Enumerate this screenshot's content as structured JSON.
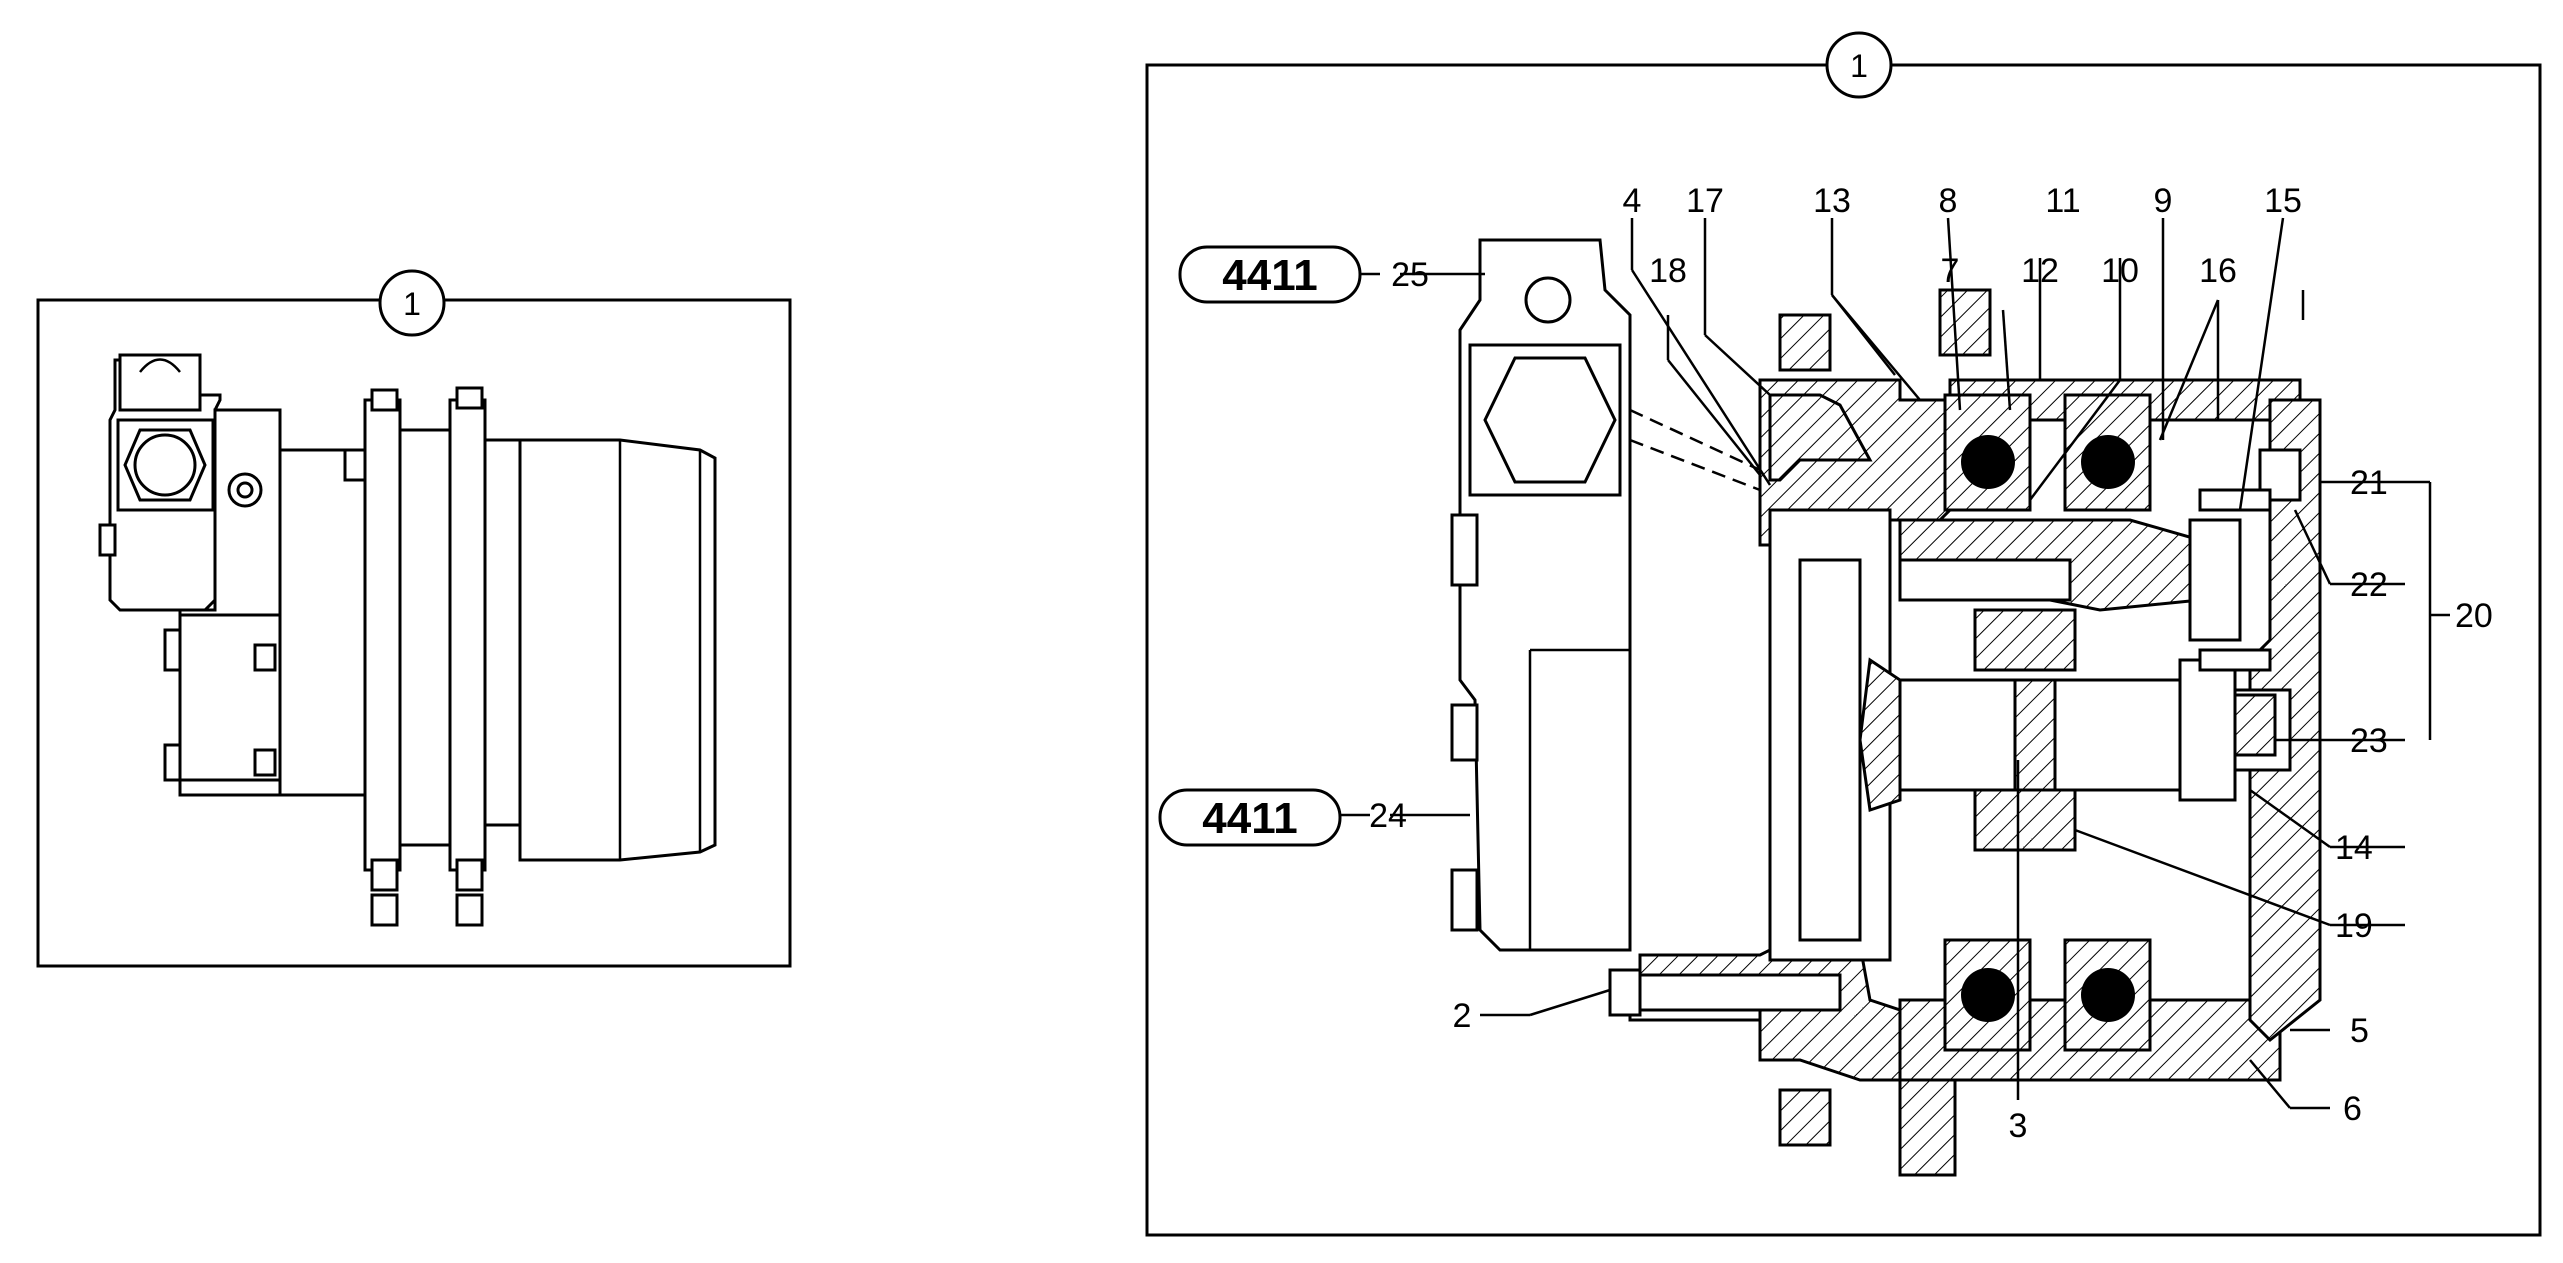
{
  "left_view": {
    "callout": "1"
  },
  "right_view": {
    "callout": "1",
    "references": [
      "4411",
      "4411"
    ],
    "labels": [
      "25",
      "24",
      "4",
      "17",
      "13",
      "8",
      "11",
      "9",
      "15",
      "18",
      "7",
      "12",
      "10",
      "16",
      "21",
      "22",
      "20",
      "23",
      "14",
      "19",
      "5",
      "6",
      "2",
      "3"
    ]
  }
}
